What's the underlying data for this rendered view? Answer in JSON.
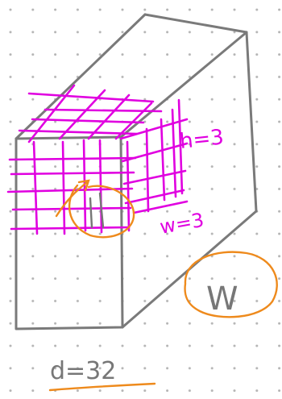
{
  "diagram": {
    "labels": {
      "h": "h=3",
      "w": "w=3",
      "W": "W",
      "d": "d=32"
    },
    "colors": {
      "background": "#ffffff",
      "dot": "#b5b5b5",
      "box_outline": "#7a7a7a",
      "grid": "#e000e0",
      "highlight": "#ee8a1c"
    }
  }
}
